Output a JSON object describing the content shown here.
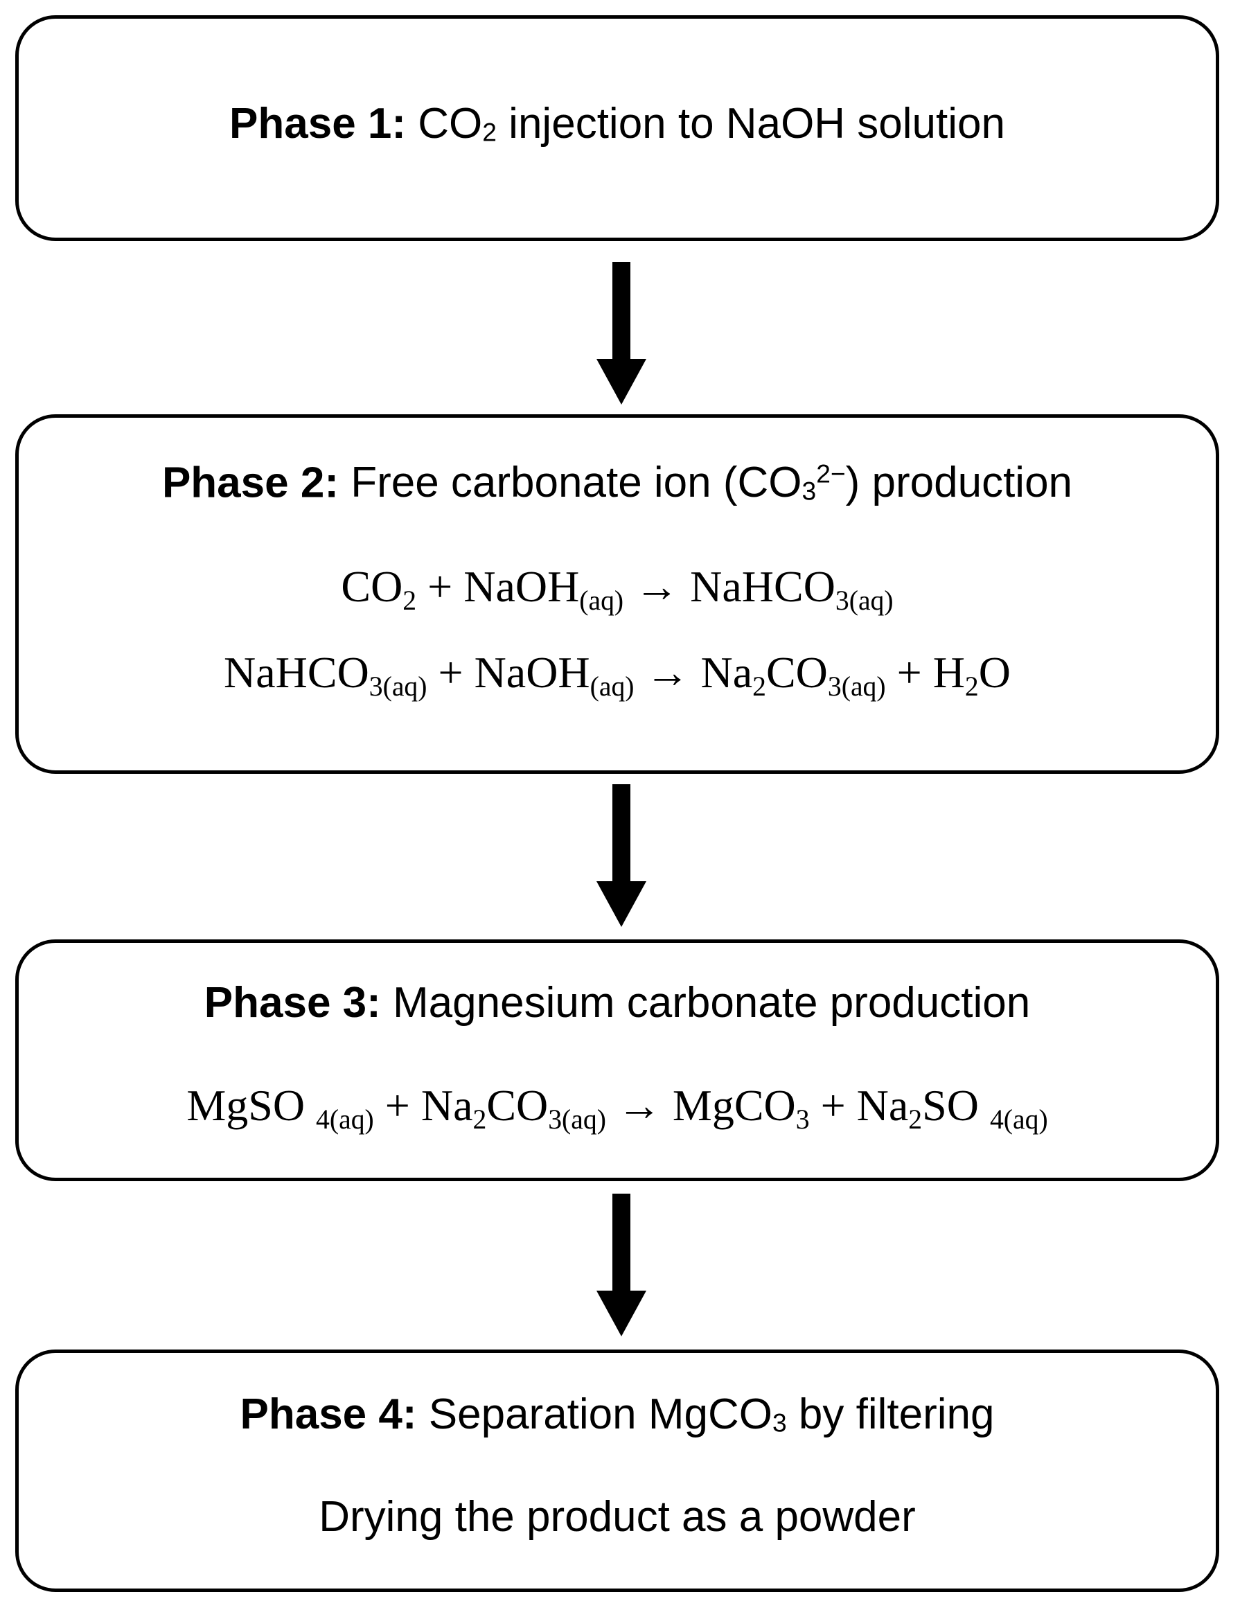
{
  "phases": [
    {
      "label": "Phase 1:",
      "text_before": "CO",
      "sub": "2",
      "text_after": " injection to NaOH solution"
    },
    {
      "label": "Phase 2:",
      "text_before": "Free carbonate ion (CO",
      "sub": "3",
      "sup": "2−",
      "text_after": ") production",
      "equations": [
        [
          {
            "t": "CO"
          },
          {
            "s": "2"
          },
          {
            "t": " + NaOH"
          },
          {
            "s": "(aq)"
          },
          {
            "t": " → NaHCO"
          },
          {
            "s": "3(aq)"
          }
        ],
        [
          {
            "t": "NaHCO"
          },
          {
            "s": "3(aq)"
          },
          {
            "t": " + NaOH"
          },
          {
            "s": "(aq)"
          },
          {
            "t": " → Na"
          },
          {
            "s": "2"
          },
          {
            "t": "CO"
          },
          {
            "s": "3(aq)"
          },
          {
            "t": " + H"
          },
          {
            "s": "2"
          },
          {
            "t": "O"
          }
        ]
      ]
    },
    {
      "label": "Phase 3:",
      "text_before": "Magnesium carbonate production",
      "equations": [
        [
          {
            "t": "MgSO "
          },
          {
            "s": "4(aq)"
          },
          {
            "t": " + Na"
          },
          {
            "s": "2"
          },
          {
            "t": "CO"
          },
          {
            "s": "3(aq)"
          },
          {
            "t": " → MgCO"
          },
          {
            "s": "3"
          },
          {
            "t": " + Na"
          },
          {
            "s": "2"
          },
          {
            "t": "SO "
          },
          {
            "s": "4(aq)"
          }
        ]
      ]
    },
    {
      "label": "Phase 4:",
      "text_before": "Separation MgCO",
      "sub": "3",
      "text_after": " by filtering",
      "line2": "Drying the product as a powder"
    }
  ]
}
